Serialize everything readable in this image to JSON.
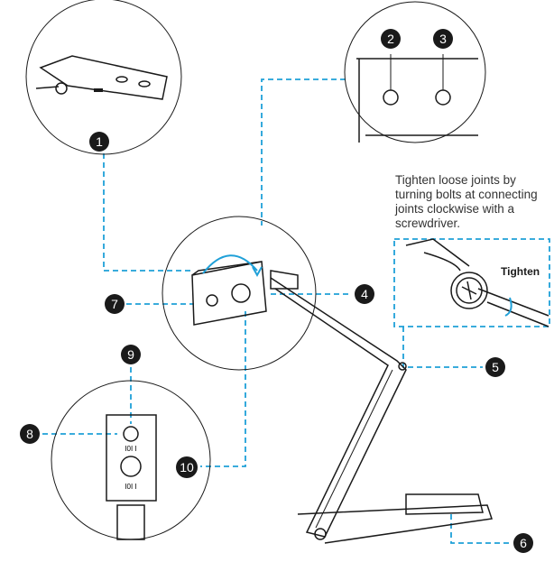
{
  "instructions": {
    "line1": "Tighten loose joints by",
    "line2": "turning bolts at connecting",
    "line3": "joints clockwise with a",
    "line4": "screwdriver."
  },
  "tighten_label": "Tighten",
  "callouts": [
    "1",
    "2",
    "3",
    "4",
    "5",
    "6",
    "7",
    "8",
    "9",
    "10"
  ],
  "colors": {
    "leader": "#1fa0d8",
    "badge": "#1a1a1a"
  }
}
